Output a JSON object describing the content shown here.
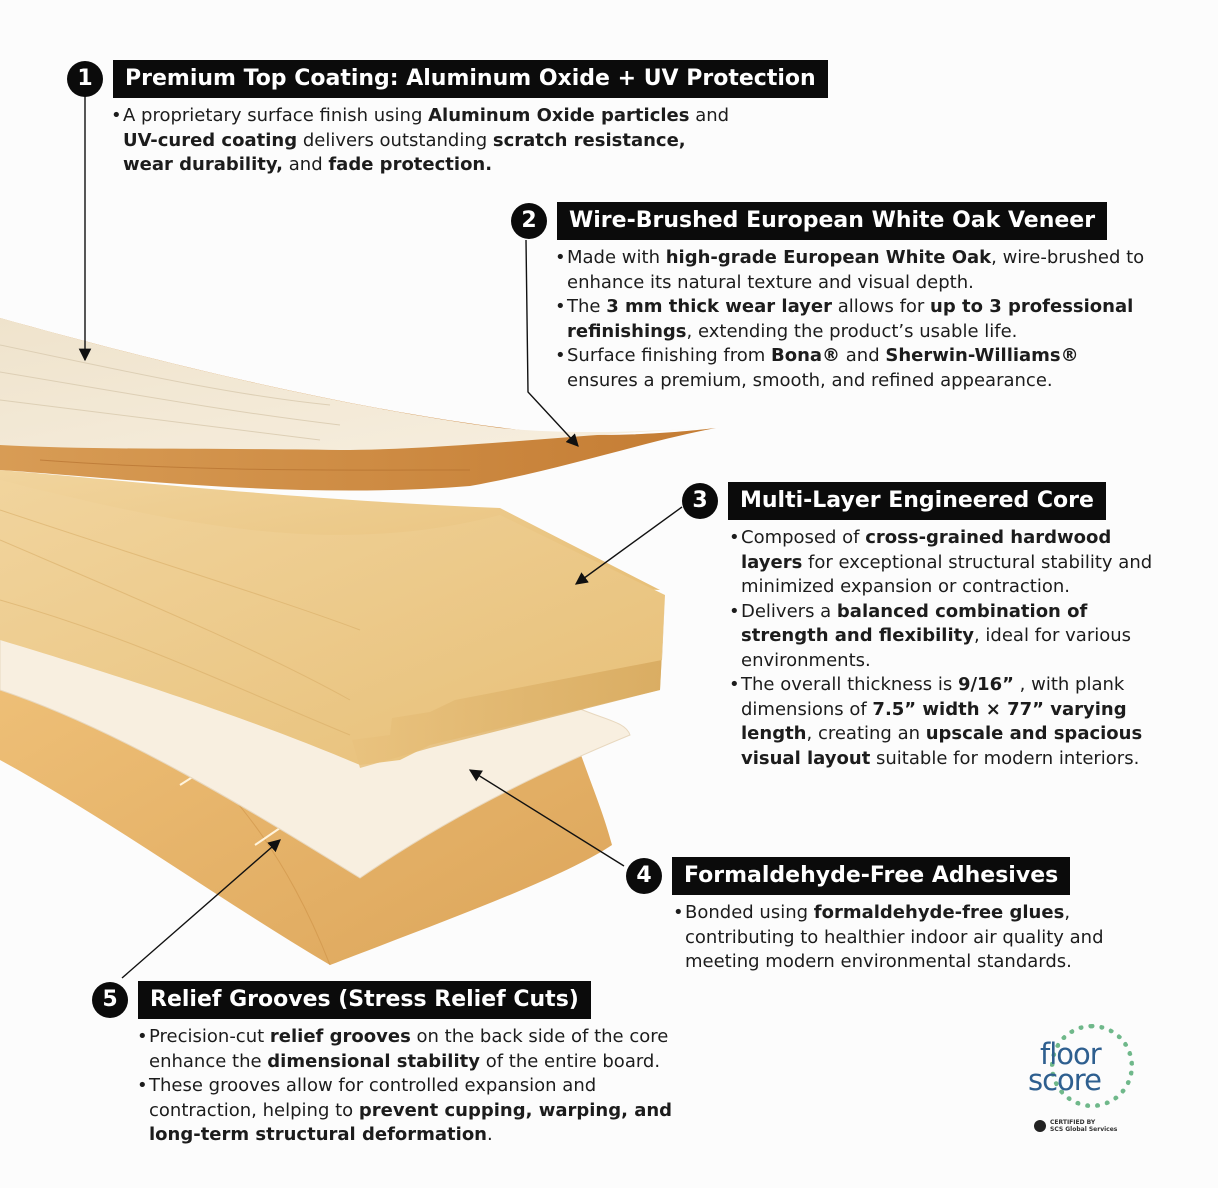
{
  "sections": [
    {
      "number": "1",
      "title": "Premium Top Coating: Aluminum Oxide + UV Protection",
      "bullets": [
        [
          {
            "t": "A proprietary surface finish using "
          },
          {
            "t": "Aluminum Oxide particles",
            "b": true
          },
          {
            "t": " and "
          },
          {
            "t": "UV-cured coating",
            "b": true
          },
          {
            "t": " delivers outstanding "
          },
          {
            "t": "scratch resistance, wear durability,",
            "b": true
          },
          {
            "t": " and "
          },
          {
            "t": "fade protection.",
            "b": true
          }
        ]
      ]
    },
    {
      "number": "2",
      "title": "Wire-Brushed European White Oak Veneer",
      "bullets": [
        [
          {
            "t": "Made with "
          },
          {
            "t": "high-grade European White Oak",
            "b": true
          },
          {
            "t": ", wire-brushed to enhance its natural texture and visual depth."
          }
        ],
        [
          {
            "t": "The "
          },
          {
            "t": "3 mm thick wear layer",
            "b": true
          },
          {
            "t": " allows for "
          },
          {
            "t": "up to 3 professional refinishings",
            "b": true
          },
          {
            "t": ", extending the product’s usable life."
          }
        ],
        [
          {
            "t": "Surface finishing from "
          },
          {
            "t": "Bona®",
            "b": true
          },
          {
            "t": " and "
          },
          {
            "t": "Sherwin-Williams®",
            "b": true
          },
          {
            "t": " ensures a premium, smooth, and refined appearance."
          }
        ]
      ]
    },
    {
      "number": "3",
      "title": "Multi-Layer Engineered Core",
      "bullets": [
        [
          {
            "t": "Composed of "
          },
          {
            "t": "cross-grained hardwood layers",
            "b": true
          },
          {
            "t": " for exceptional structural stability and minimized expansion or contraction."
          }
        ],
        [
          {
            "t": "Delivers a "
          },
          {
            "t": "balanced combination of strength and flexibility",
            "b": true
          },
          {
            "t": ", ideal for various environments."
          }
        ],
        [
          {
            "t": "The overall thickness is "
          },
          {
            "t": "9/16”",
            "b": true
          },
          {
            "t": " , with plank dimensions of "
          },
          {
            "t": "7.5” width × 77” varying length",
            "b": true
          },
          {
            "t": ", creating an "
          },
          {
            "t": "upscale and spacious visual layout",
            "b": true
          },
          {
            "t": " suitable for modern interiors."
          }
        ]
      ]
    },
    {
      "number": "4",
      "title": "Formaldehyde-Free Adhesives",
      "bullets": [
        [
          {
            "t": "Bonded using "
          },
          {
            "t": "formaldehyde-free glues",
            "b": true
          },
          {
            "t": ", contributing to healthier indoor air quality and meeting modern environmental standards."
          }
        ]
      ]
    },
    {
      "number": "5",
      "title": "Relief Grooves (Stress Relief Cuts)",
      "bullets": [
        [
          {
            "t": "Precision-cut "
          },
          {
            "t": "relief grooves",
            "b": true
          },
          {
            "t": " on the back side of the core enhance the "
          },
          {
            "t": "dimensional stability",
            "b": true
          },
          {
            "t": " of the entire board."
          }
        ],
        [
          {
            "t": "These grooves allow for controlled expansion and contraction, helping to "
          },
          {
            "t": "prevent cupping, warping, and long-term structural deformation",
            "b": true
          },
          {
            "t": "."
          }
        ]
      ]
    }
  ],
  "logo": {
    "word_top": "floor",
    "word_bottom": "score",
    "cert_line1": "CERTIFIED BY",
    "cert_line2": "SCS Global Services"
  },
  "colors": {
    "label_bg": "#0b0b0b",
    "label_text": "#ffffff",
    "veneer": "#f3e6cf",
    "veneer_edge": "#c98a3f",
    "core": "#e8c27f",
    "adhesive": "#f7ecd8",
    "backing": "#e0ab5a",
    "logo_blue": "#2e5f8f",
    "logo_green": "#6fb88a"
  }
}
